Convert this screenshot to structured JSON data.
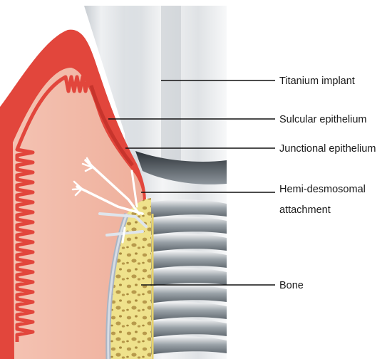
{
  "labels": {
    "titanium_implant": "Titanium implant",
    "sulcular_epithelium": "Sulcular epithelium",
    "junctional_epithelium": "Junctional epithelium",
    "hemi_desmosomal_line1": "Hemi-desmosomal",
    "hemi_desmosomal_line2": "attachment",
    "bone": "Bone"
  },
  "colors": {
    "gingiva_outer": "#e2463c",
    "gingiva_inner": "#f3b9a6",
    "bone": "#efe28c",
    "implant_light": "#eef0f2",
    "implant_dark": "#8d959c"
  }
}
